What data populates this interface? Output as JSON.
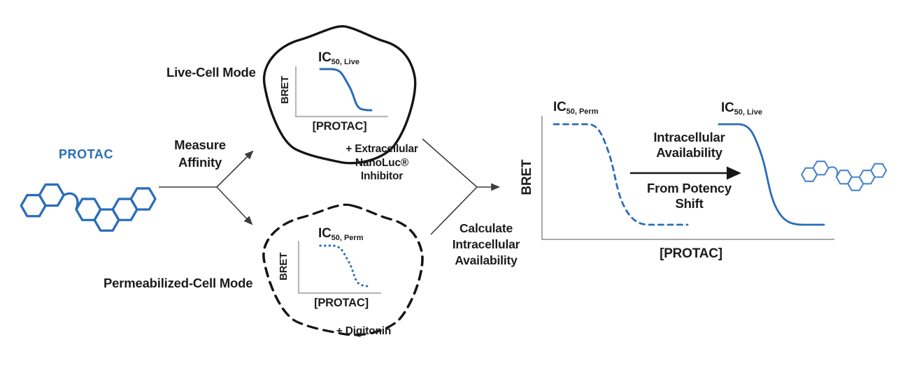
{
  "colors": {
    "blue": "#2a6db9",
    "blue-light": "#4a84c8",
    "text": "#1c1c1c",
    "axis-inset": "#b9b9b9",
    "axis-main": "#a9a9a9",
    "connector": "#3d3d3d",
    "blob-outline": "#151515"
  },
  "protac": {
    "label": "PROTAC"
  },
  "flow": {
    "measure_affinity_lines": [
      "Measure",
      "Affinity"
    ],
    "calculate_lines": [
      "Calculate",
      "Intracellular",
      "Availability"
    ]
  },
  "live_cell": {
    "mode_label": "Live-Cell Mode",
    "ic50_prefix": "IC",
    "ic50_sub": "50, Live",
    "ylabel": "BRET",
    "xlabel": "[PROTAC]",
    "note_lines": [
      "+ Extracellular",
      "NanoLuc®",
      "Inhibitor"
    ]
  },
  "perm_cell": {
    "mode_label": "Permeabilized-Cell Mode",
    "ic50_prefix": "IC",
    "ic50_sub": "50, Perm",
    "ylabel": "BRET",
    "xlabel": "[PROTAC]",
    "note": "+ Digitonin"
  },
  "result_chart": {
    "ylabel": "BRET",
    "xlabel": "[PROTAC]",
    "ic50_perm_prefix": "IC",
    "ic50_perm_sub": "50, Perm",
    "ic50_live_prefix": "IC",
    "ic50_live_sub": "50, Live",
    "shift_label_top_lines": [
      "Intracellular",
      "Availability"
    ],
    "shift_label_bottom_lines": [
      "From Potency",
      "Shift"
    ]
  },
  "chart_data": [
    {
      "id": "live-cell-inset",
      "type": "line",
      "title": "IC50, Live",
      "xlabel": "[PROTAC]",
      "ylabel": "BRET",
      "grid": false,
      "legend": "none",
      "ticks": "none (schematic sigmoid)",
      "series": [
        {
          "name": "Live-cell competition curve",
          "style": "solid",
          "color": "#2a6db9",
          "x_norm": [
            0,
            0.15,
            0.3,
            0.42,
            0.5,
            0.58,
            0.7,
            0.85,
            1
          ],
          "y_norm": [
            1,
            1,
            0.95,
            0.78,
            0.5,
            0.22,
            0.06,
            0.02,
            0.02
          ]
        }
      ]
    },
    {
      "id": "permeabilized-cell-inset",
      "type": "line",
      "title": "IC50, Perm",
      "xlabel": "[PROTAC]",
      "ylabel": "BRET",
      "grid": false,
      "legend": "none",
      "ticks": "none (schematic sigmoid)",
      "series": [
        {
          "name": "Permeabilized-cell competition curve",
          "style": "dotted",
          "color": "#2a6db9",
          "x_norm": [
            0,
            0.15,
            0.3,
            0.42,
            0.5,
            0.58,
            0.7,
            0.85,
            1
          ],
          "y_norm": [
            1,
            1,
            0.95,
            0.78,
            0.5,
            0.22,
            0.06,
            0.02,
            0.02
          ]
        }
      ]
    },
    {
      "id": "potency-shift-comparison",
      "type": "line",
      "xlabel": "[PROTAC]",
      "ylabel": "BRET",
      "grid": false,
      "legend": "curve annotations IC50, Perm (dashed) and IC50, Live (solid)",
      "series": [
        {
          "name": "IC50, Perm",
          "style": "dashed",
          "color": "#2a6db9",
          "x_norm": [
            0,
            0.11,
            0.18,
            0.25,
            0.32,
            0.4,
            0.46
          ],
          "y_norm": [
            1,
            1,
            0.85,
            0.5,
            0.15,
            0.02,
            0.02
          ]
        },
        {
          "name": "IC50, Live",
          "style": "solid",
          "color": "#2a6db9",
          "x_norm": [
            0.56,
            0.63,
            0.7,
            0.76,
            0.83,
            0.91,
            0.96
          ],
          "y_norm": [
            1,
            0.97,
            0.7,
            0.3,
            0.05,
            0.02,
            0.02
          ]
        }
      ],
      "annotations": [
        "Intracellular Availability",
        "From Potency Shift",
        "black arrow pointing from perm curve toward live curve"
      ]
    }
  ]
}
